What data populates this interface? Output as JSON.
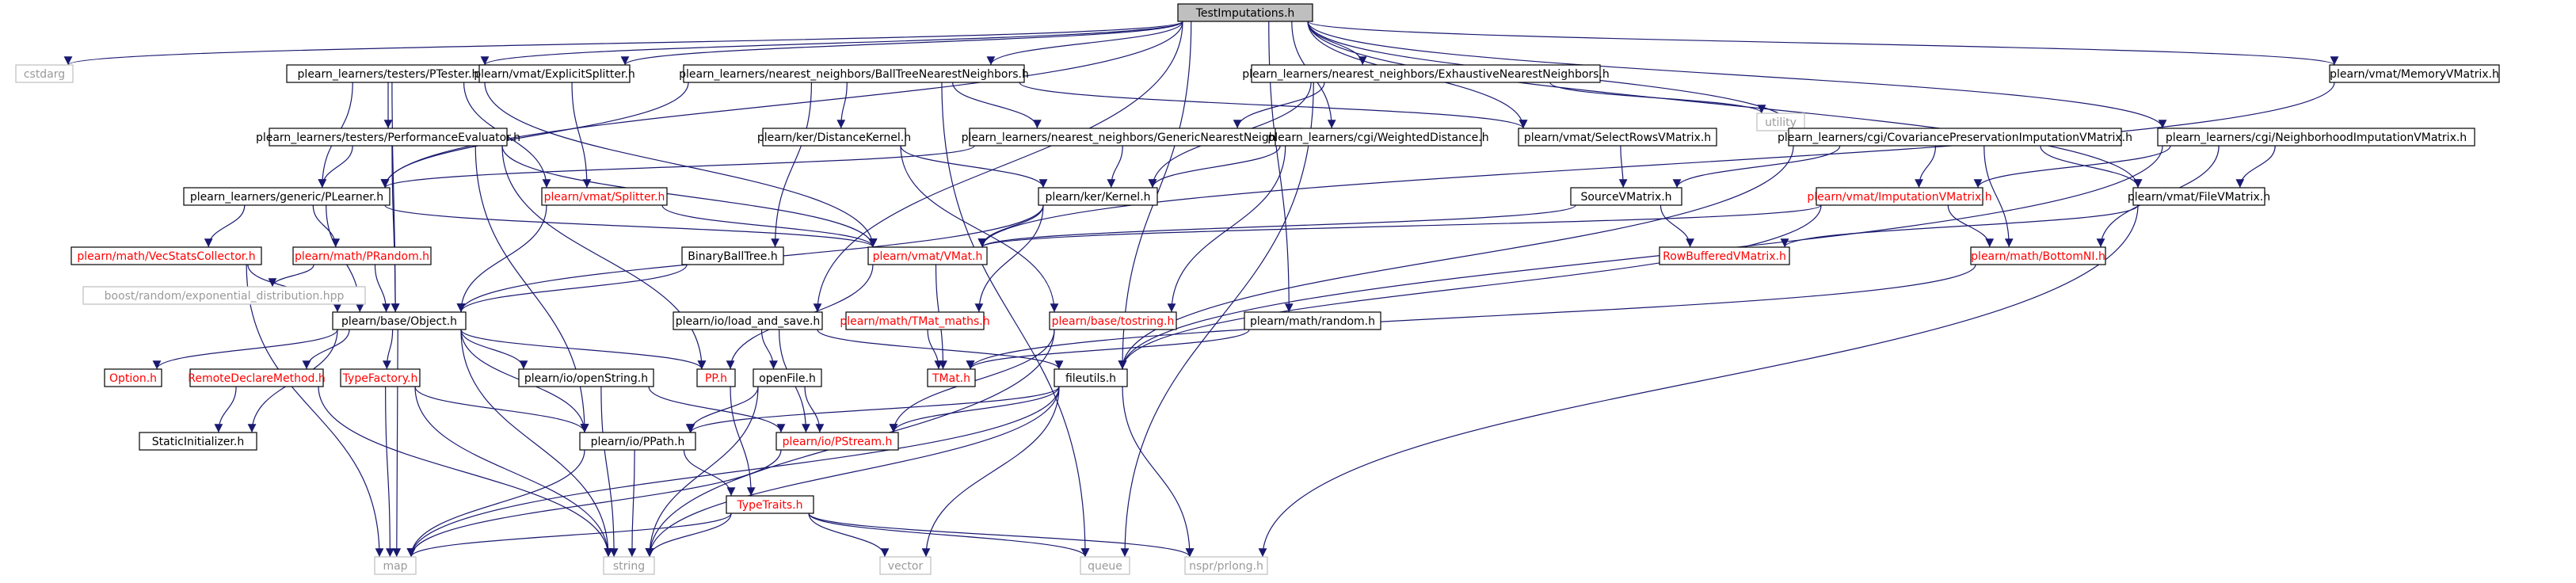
{
  "diagram": {
    "root": "TestImputations.h",
    "colors": {
      "edge": "#191970",
      "red_label": "#ff0000",
      "muted_border": "#bfbfbf",
      "root_fill": "#bfbfbf"
    },
    "nodes": [
      {
        "id": "n_root",
        "label": "TestImputations.h",
        "style": "root"
      },
      {
        "id": "n_cstdarg",
        "label": "cstdarg",
        "style": "missing"
      },
      {
        "id": "n_ptester",
        "label": "plearn_learners/testers/PTester.h",
        "style": "normal"
      },
      {
        "id": "n_explicitsplit",
        "label": "plearn/vmat/ExplicitSplitter.h",
        "style": "normal"
      },
      {
        "id": "n_balltree",
        "label": "plearn_learners/nearest_neighbors/BallTreeNearestNeighbors.h",
        "style": "normal"
      },
      {
        "id": "n_exhaustive",
        "label": "plearn_learners/nearest_neighbors/ExhaustiveNearestNeighbors.h",
        "style": "normal"
      },
      {
        "id": "n_memory",
        "label": "plearn/vmat/MemoryVMatrix.h",
        "style": "normal"
      },
      {
        "id": "n_utility",
        "label": "utility",
        "style": "missing"
      },
      {
        "id": "n_perfeval",
        "label": "plearn_learners/testers/PerformanceEvaluator.h",
        "style": "normal"
      },
      {
        "id": "n_distkernel",
        "label": "plearn/ker/DistanceKernel.h",
        "style": "normal"
      },
      {
        "id": "n_genericnn",
        "label": "plearn_learners/nearest_neighbors/GenericNearestNeighbors.h",
        "style": "normal"
      },
      {
        "id": "n_weighteddist",
        "label": "plearn_learners/cgi/WeightedDistance.h",
        "style": "normal"
      },
      {
        "id": "n_selectrows",
        "label": "plearn/vmat/SelectRowsVMatrix.h",
        "style": "normal"
      },
      {
        "id": "n_covpres",
        "label": "plearn_learners/cgi/CovariancePreservationImputationVMatrix.h",
        "style": "normal"
      },
      {
        "id": "n_neighimp",
        "label": "plearn_learners/cgi/NeighborhoodImputationVMatrix.h",
        "style": "normal"
      },
      {
        "id": "n_plearner",
        "label": "plearn_learners/generic/PLearner.h",
        "style": "normal"
      },
      {
        "id": "n_splitter",
        "label": "plearn/vmat/Splitter.h",
        "style": "red"
      },
      {
        "id": "n_kernel",
        "label": "plearn/ker/Kernel.h",
        "style": "normal"
      },
      {
        "id": "n_sourcevm",
        "label": "SourceVMatrix.h",
        "style": "normal"
      },
      {
        "id": "n_impvm",
        "label": "plearn/vmat/ImputationVMatrix.h",
        "style": "red"
      },
      {
        "id": "n_filevm",
        "label": "plearn/vmat/FileVMatrix.h",
        "style": "normal"
      },
      {
        "id": "n_vecstats",
        "label": "plearn/math/VecStatsCollector.h",
        "style": "red"
      },
      {
        "id": "n_prandom",
        "label": "plearn/math/PRandom.h",
        "style": "red"
      },
      {
        "id": "n_vmat",
        "label": "plearn/vmat/VMat.h",
        "style": "red"
      },
      {
        "id": "n_balltreeh",
        "label": "BinaryBallTree.h",
        "style": "normal"
      },
      {
        "id": "n_rowbuf",
        "label": "RowBufferedVMatrix.h",
        "style": "red"
      },
      {
        "id": "n_bottomni",
        "label": "plearn/math/BottomNI.h",
        "style": "red"
      },
      {
        "id": "n_boostexp",
        "label": "boost/random/exponential_distribution.hpp",
        "style": "missing"
      },
      {
        "id": "n_object",
        "label": "plearn/base/Object.h",
        "style": "normal"
      },
      {
        "id": "n_loadsave",
        "label": "plearn/io/load_and_save.h",
        "style": "normal"
      },
      {
        "id": "n_tmatmaths",
        "label": "plearn/math/TMat_maths.h",
        "style": "red"
      },
      {
        "id": "n_tostring",
        "label": "plearn/base/tostring.h",
        "style": "red"
      },
      {
        "id": "n_random",
        "label": "plearn/math/random.h",
        "style": "normal"
      },
      {
        "id": "n_option",
        "label": "Option.h",
        "style": "red"
      },
      {
        "id": "n_remotedecl",
        "label": "RemoteDeclareMethod.h",
        "style": "red"
      },
      {
        "id": "n_typefactory",
        "label": "TypeFactory.h",
        "style": "red"
      },
      {
        "id": "n_openstring",
        "label": "plearn/io/openString.h",
        "style": "normal"
      },
      {
        "id": "n_pp",
        "label": "PP.h",
        "style": "red"
      },
      {
        "id": "n_openfile",
        "label": "openFile.h",
        "style": "normal"
      },
      {
        "id": "n_tmat",
        "label": "TMat.h",
        "style": "red"
      },
      {
        "id": "n_fileutils",
        "label": "fileutils.h",
        "style": "normal"
      },
      {
        "id": "n_staticinit",
        "label": "StaticInitializer.h",
        "style": "normal"
      },
      {
        "id": "n_ppath",
        "label": "plearn/io/PPath.h",
        "style": "normal"
      },
      {
        "id": "n_pstream",
        "label": "plearn/io/PStream.h",
        "style": "red"
      },
      {
        "id": "n_typetraits",
        "label": "TypeTraits.h",
        "style": "red"
      },
      {
        "id": "n_map",
        "label": "map",
        "style": "missing"
      },
      {
        "id": "n_string",
        "label": "string",
        "style": "missing"
      },
      {
        "id": "n_vector",
        "label": "vector",
        "style": "missing"
      },
      {
        "id": "n_queue",
        "label": "queue",
        "style": "missing"
      },
      {
        "id": "n_prlong",
        "label": "nspr/prlong.h",
        "style": "missing"
      }
    ],
    "edges": [
      [
        "n_root",
        "n_cstdarg"
      ],
      [
        "n_root",
        "n_ptester"
      ],
      [
        "n_root",
        "n_explicitsplit"
      ],
      [
        "n_root",
        "n_balltree"
      ],
      [
        "n_root",
        "n_exhaustive"
      ],
      [
        "n_root",
        "n_memory"
      ],
      [
        "n_root",
        "n_weighteddist"
      ],
      [
        "n_root",
        "n_covpres"
      ],
      [
        "n_root",
        "n_neighimp"
      ],
      [
        "n_root",
        "n_filevm"
      ],
      [
        "n_root",
        "n_loadsave"
      ],
      [
        "n_root",
        "n_fileutils"
      ],
      [
        "n_root",
        "n_random"
      ],
      [
        "n_root",
        "n_plearner"
      ],
      [
        "n_root",
        "n_selectrows"
      ],
      [
        "n_ptester",
        "n_perfeval"
      ],
      [
        "n_ptester",
        "n_plearner"
      ],
      [
        "n_ptester",
        "n_splitter"
      ],
      [
        "n_ptester",
        "n_vmat"
      ],
      [
        "n_ptester",
        "n_object"
      ],
      [
        "n_explicitsplit",
        "n_splitter"
      ],
      [
        "n_balltree",
        "n_distkernel"
      ],
      [
        "n_balltree",
        "n_genericnn"
      ],
      [
        "n_balltree",
        "n_balltreeh"
      ],
      [
        "n_balltree",
        "n_queue"
      ],
      [
        "n_balltree",
        "n_plearner"
      ],
      [
        "n_balltree",
        "n_selectrows"
      ],
      [
        "n_exhaustive",
        "n_genericnn"
      ],
      [
        "n_exhaustive",
        "n_kernel"
      ],
      [
        "n_exhaustive",
        "n_utility"
      ],
      [
        "n_exhaustive",
        "n_queue"
      ],
      [
        "n_memory",
        "n_vmat"
      ],
      [
        "n_perfeval",
        "n_plearner"
      ],
      [
        "n_perfeval",
        "n_vmat"
      ],
      [
        "n_perfeval",
        "n_object"
      ],
      [
        "n_perfeval",
        "n_pp"
      ],
      [
        "n_perfeval",
        "n_ppath"
      ],
      [
        "n_distkernel",
        "n_kernel"
      ],
      [
        "n_distkernel",
        "n_tostring"
      ],
      [
        "n_genericnn",
        "n_plearner"
      ],
      [
        "n_genericnn",
        "n_kernel"
      ],
      [
        "n_weighteddist",
        "n_kernel"
      ],
      [
        "n_weighteddist",
        "n_tostring"
      ],
      [
        "n_selectrows",
        "n_sourcevm"
      ],
      [
        "n_covpres",
        "n_impvm"
      ],
      [
        "n_covpres",
        "n_filevm"
      ],
      [
        "n_covpres",
        "n_bottomni"
      ],
      [
        "n_covpres",
        "n_sourcevm"
      ],
      [
        "n_covpres",
        "n_fileutils"
      ],
      [
        "n_neighimp",
        "n_impvm"
      ],
      [
        "n_neighimp",
        "n_filevm"
      ],
      [
        "n_neighimp",
        "n_bottomni"
      ],
      [
        "n_neighimp",
        "n_fileutils"
      ],
      [
        "n_plearner",
        "n_vecstats"
      ],
      [
        "n_plearner",
        "n_prandom"
      ],
      [
        "n_plearner",
        "n_vmat"
      ],
      [
        "n_plearner",
        "n_object"
      ],
      [
        "n_splitter",
        "n_vmat"
      ],
      [
        "n_splitter",
        "n_object"
      ],
      [
        "n_kernel",
        "n_vmat"
      ],
      [
        "n_kernel",
        "n_object"
      ],
      [
        "n_kernel",
        "n_tmatmaths"
      ],
      [
        "n_sourcevm",
        "n_vmat"
      ],
      [
        "n_sourcevm",
        "n_rowbuf"
      ],
      [
        "n_impvm",
        "n_vmat"
      ],
      [
        "n_impvm",
        "n_bottomni"
      ],
      [
        "n_impvm",
        "n_fileutils"
      ],
      [
        "n_filevm",
        "n_rowbuf"
      ],
      [
        "n_filevm",
        "n_prlong"
      ],
      [
        "n_vecstats",
        "n_object"
      ],
      [
        "n_vecstats",
        "n_map"
      ],
      [
        "n_prandom",
        "n_object"
      ],
      [
        "n_prandom",
        "n_boostexp"
      ],
      [
        "n_vmat",
        "n_tmat"
      ],
      [
        "n_vmat",
        "n_pp"
      ],
      [
        "n_balltreeh",
        "n_object"
      ],
      [
        "n_bottomni",
        "n_tmat"
      ],
      [
        "n_object",
        "n_option"
      ],
      [
        "n_object",
        "n_remotedecl"
      ],
      [
        "n_object",
        "n_typefactory"
      ],
      [
        "n_object",
        "n_openstring"
      ],
      [
        "n_object",
        "n_pp"
      ],
      [
        "n_object",
        "n_staticinit"
      ],
      [
        "n_object",
        "n_ppath"
      ],
      [
        "n_object",
        "n_map"
      ],
      [
        "n_object",
        "n_string"
      ],
      [
        "n_loadsave",
        "n_openfile"
      ],
      [
        "n_loadsave",
        "n_fileutils"
      ],
      [
        "n_loadsave",
        "n_pstream"
      ],
      [
        "n_tmatmaths",
        "n_tmat"
      ],
      [
        "n_tostring",
        "n_pstream"
      ],
      [
        "n_tostring",
        "n_string"
      ],
      [
        "n_random",
        "n_tmat"
      ],
      [
        "n_remotedecl",
        "n_staticinit"
      ],
      [
        "n_remotedecl",
        "n_string"
      ],
      [
        "n_typefactory",
        "n_ppath"
      ],
      [
        "n_typefactory",
        "n_map"
      ],
      [
        "n_typefactory",
        "n_string"
      ],
      [
        "n_openstring",
        "n_pstream"
      ],
      [
        "n_openstring",
        "n_string"
      ],
      [
        "n_pp",
        "n_typetraits"
      ],
      [
        "n_openfile",
        "n_ppath"
      ],
      [
        "n_openfile",
        "n_pstream"
      ],
      [
        "n_openfile",
        "n_string"
      ],
      [
        "n_fileutils",
        "n_ppath"
      ],
      [
        "n_fileutils",
        "n_pstream"
      ],
      [
        "n_fileutils",
        "n_map"
      ],
      [
        "n_fileutils",
        "n_string"
      ],
      [
        "n_fileutils",
        "n_vector"
      ],
      [
        "n_fileutils",
        "n_prlong"
      ],
      [
        "n_ppath",
        "n_typetraits"
      ],
      [
        "n_ppath",
        "n_map"
      ],
      [
        "n_ppath",
        "n_string"
      ],
      [
        "n_pstream",
        "n_map"
      ],
      [
        "n_typetraits",
        "n_map"
      ],
      [
        "n_typetraits",
        "n_string"
      ],
      [
        "n_typetraits",
        "n_vector"
      ],
      [
        "n_typetraits",
        "n_queue"
      ],
      [
        "n_typetraits",
        "n_prlong"
      ]
    ]
  }
}
